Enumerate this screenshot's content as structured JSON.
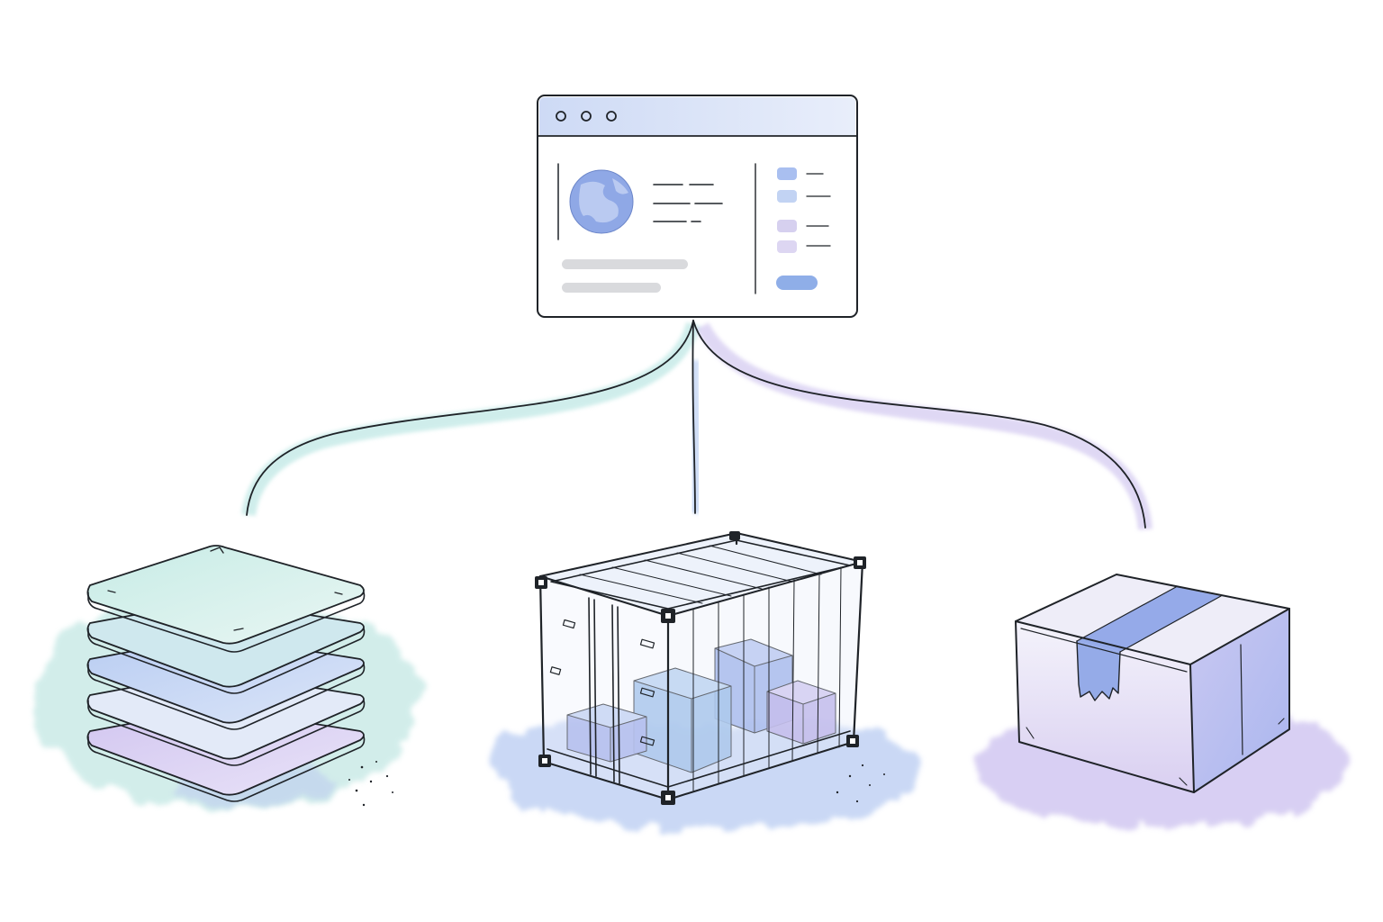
{
  "diagram": {
    "nodes": [
      {
        "id": "browser-window",
        "icon": "browser-window-icon"
      },
      {
        "id": "layer-stack",
        "icon": "stacked-layers-icon"
      },
      {
        "id": "shipping-container",
        "icon": "container-icon"
      },
      {
        "id": "package-box",
        "icon": "box-icon"
      }
    ],
    "edges": [
      {
        "from": "browser-window",
        "to": "layer-stack",
        "color": "#8fd3d6"
      },
      {
        "from": "browser-window",
        "to": "shipping-container",
        "color": "#9cb8ec"
      },
      {
        "from": "browser-window",
        "to": "package-box",
        "color": "#b7a8e6"
      }
    ]
  },
  "colors": {
    "ink": "#1f2328",
    "teal": "#8fd3d6",
    "blue": "#8faee8",
    "lavender": "#b7a8e6"
  }
}
